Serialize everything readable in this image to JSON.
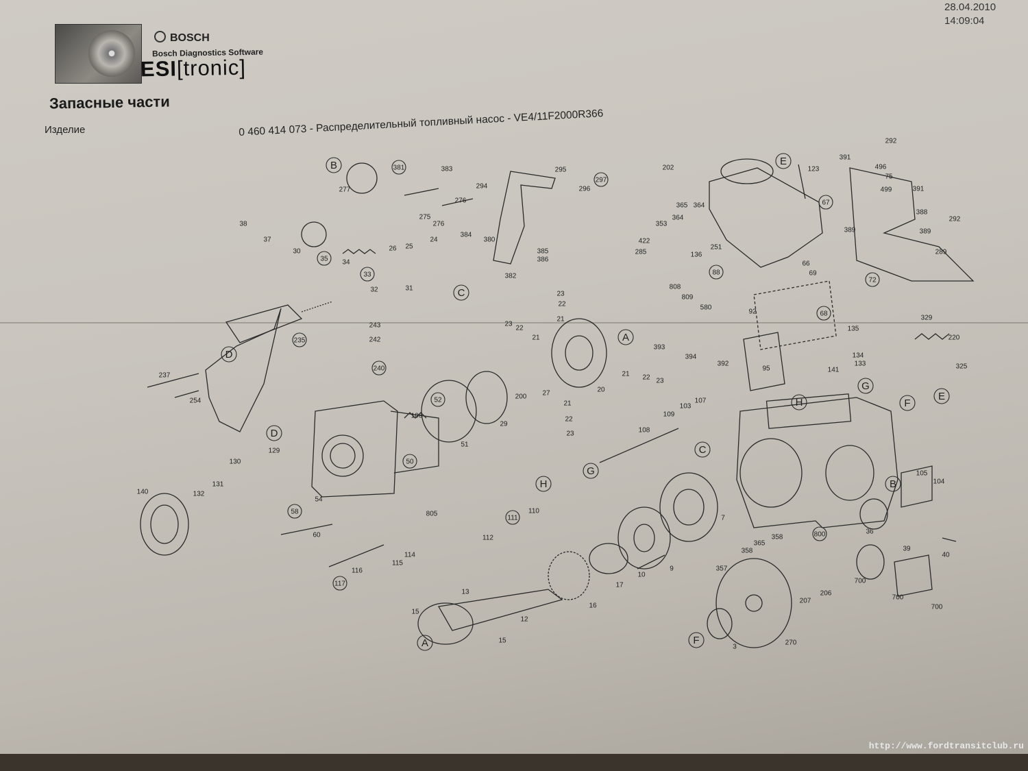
{
  "header": {
    "brand": "BOSCH",
    "software": "Bosch Diagnostics Software",
    "esi_prefix": "ESI",
    "esi_suffix": "[tronic]",
    "date": "28.04.2010",
    "time": "14:09:04"
  },
  "document": {
    "title": "Запасные части",
    "product_label": "Изделие",
    "product_value": "0 460 414 073 - Распределительный топливный насос - VE4/11F2000R366"
  },
  "callouts": [
    {
      "text": "B",
      "circle": true,
      "letter": true
    },
    {
      "text": "381",
      "circle": true
    },
    {
      "text": "383"
    },
    {
      "text": "277"
    },
    {
      "text": "276"
    },
    {
      "text": "275"
    },
    {
      "text": "276"
    },
    {
      "text": "384"
    },
    {
      "text": "380"
    },
    {
      "text": "38"
    },
    {
      "text": "37"
    },
    {
      "text": "30"
    },
    {
      "text": "35",
      "circle": true
    },
    {
      "text": "34"
    },
    {
      "text": "24"
    },
    {
      "text": "26"
    },
    {
      "text": "25"
    },
    {
      "text": "33",
      "circle": true
    },
    {
      "text": "32"
    },
    {
      "text": "31"
    },
    {
      "text": "C",
      "circle": true,
      "letter": true
    },
    {
      "text": "295"
    },
    {
      "text": "297",
      "circle": true
    },
    {
      "text": "296"
    },
    {
      "text": "294"
    },
    {
      "text": "382"
    },
    {
      "text": "385"
    },
    {
      "text": "386"
    },
    {
      "text": "202"
    },
    {
      "text": "E",
      "circle": true,
      "letter": true
    },
    {
      "text": "123"
    },
    {
      "text": "365"
    },
    {
      "text": "364"
    },
    {
      "text": "364"
    },
    {
      "text": "353"
    },
    {
      "text": "67",
      "circle": true
    },
    {
      "text": "422"
    },
    {
      "text": "285"
    },
    {
      "text": "136"
    },
    {
      "text": "251"
    },
    {
      "text": "88",
      "circle": true
    },
    {
      "text": "808"
    },
    {
      "text": "66"
    },
    {
      "text": "69"
    },
    {
      "text": "292"
    },
    {
      "text": "391"
    },
    {
      "text": "496"
    },
    {
      "text": "75"
    },
    {
      "text": "499"
    },
    {
      "text": "391"
    },
    {
      "text": "388"
    },
    {
      "text": "389"
    },
    {
      "text": "292"
    },
    {
      "text": "389"
    },
    {
      "text": "289"
    },
    {
      "text": "72",
      "circle": true
    },
    {
      "text": "23"
    },
    {
      "text": "22"
    },
    {
      "text": "21"
    },
    {
      "text": "23"
    },
    {
      "text": "22"
    },
    {
      "text": "21"
    },
    {
      "text": "A",
      "circle": true,
      "letter": true
    },
    {
      "text": "243"
    },
    {
      "text": "242"
    },
    {
      "text": "235",
      "circle": true
    },
    {
      "text": "240",
      "circle": true
    },
    {
      "text": "D",
      "circle": true,
      "letter": true
    },
    {
      "text": "237"
    },
    {
      "text": "254"
    },
    {
      "text": "21"
    },
    {
      "text": "22"
    },
    {
      "text": "23"
    },
    {
      "text": "20"
    },
    {
      "text": "27"
    },
    {
      "text": "200"
    },
    {
      "text": "52",
      "circle": true
    },
    {
      "text": "29"
    },
    {
      "text": "51"
    },
    {
      "text": "106"
    },
    {
      "text": "21"
    },
    {
      "text": "22"
    },
    {
      "text": "23"
    },
    {
      "text": "809"
    },
    {
      "text": "580"
    },
    {
      "text": "92"
    },
    {
      "text": "68",
      "circle": true
    },
    {
      "text": "393"
    },
    {
      "text": "394"
    },
    {
      "text": "392"
    },
    {
      "text": "95"
    },
    {
      "text": "135"
    },
    {
      "text": "134"
    },
    {
      "text": "133"
    },
    {
      "text": "141"
    },
    {
      "text": "329"
    },
    {
      "text": "220"
    },
    {
      "text": "325"
    },
    {
      "text": "E",
      "circle": true,
      "letter": true
    },
    {
      "text": "G",
      "circle": true,
      "letter": true
    },
    {
      "text": "H",
      "circle": true,
      "letter": true
    },
    {
      "text": "F",
      "circle": true,
      "letter": true
    },
    {
      "text": "D",
      "circle": true,
      "letter": true
    },
    {
      "text": "129"
    },
    {
      "text": "50",
      "circle": true
    },
    {
      "text": "130"
    },
    {
      "text": "131"
    },
    {
      "text": "140"
    },
    {
      "text": "132"
    },
    {
      "text": "54"
    },
    {
      "text": "58",
      "circle": true
    },
    {
      "text": "60"
    },
    {
      "text": "108"
    },
    {
      "text": "109"
    },
    {
      "text": "103"
    },
    {
      "text": "107"
    },
    {
      "text": "C",
      "circle": true,
      "letter": true
    },
    {
      "text": "G",
      "circle": true,
      "letter": true
    },
    {
      "text": "B",
      "circle": true,
      "letter": true
    },
    {
      "text": "105"
    },
    {
      "text": "104"
    },
    {
      "text": "H",
      "circle": true,
      "letter": true
    },
    {
      "text": "111",
      "circle": true
    },
    {
      "text": "110"
    },
    {
      "text": "805"
    },
    {
      "text": "112"
    },
    {
      "text": "114"
    },
    {
      "text": "115"
    },
    {
      "text": "116"
    },
    {
      "text": "117",
      "circle": true
    },
    {
      "text": "7"
    },
    {
      "text": "365"
    },
    {
      "text": "358"
    },
    {
      "text": "358"
    },
    {
      "text": "800",
      "circle": true
    },
    {
      "text": "36"
    },
    {
      "text": "39"
    },
    {
      "text": "40"
    },
    {
      "text": "357"
    },
    {
      "text": "17"
    },
    {
      "text": "10"
    },
    {
      "text": "9"
    },
    {
      "text": "700"
    },
    {
      "text": "700"
    },
    {
      "text": "700"
    },
    {
      "text": "13"
    },
    {
      "text": "15"
    },
    {
      "text": "12"
    },
    {
      "text": "16"
    },
    {
      "text": "A",
      "circle": true,
      "letter": true
    },
    {
      "text": "15"
    },
    {
      "text": "207"
    },
    {
      "text": "206"
    },
    {
      "text": "F",
      "circle": true,
      "letter": true
    },
    {
      "text": "3"
    },
    {
      "text": "270"
    }
  ],
  "watermark": "http://www.fordtransitclub.ru"
}
